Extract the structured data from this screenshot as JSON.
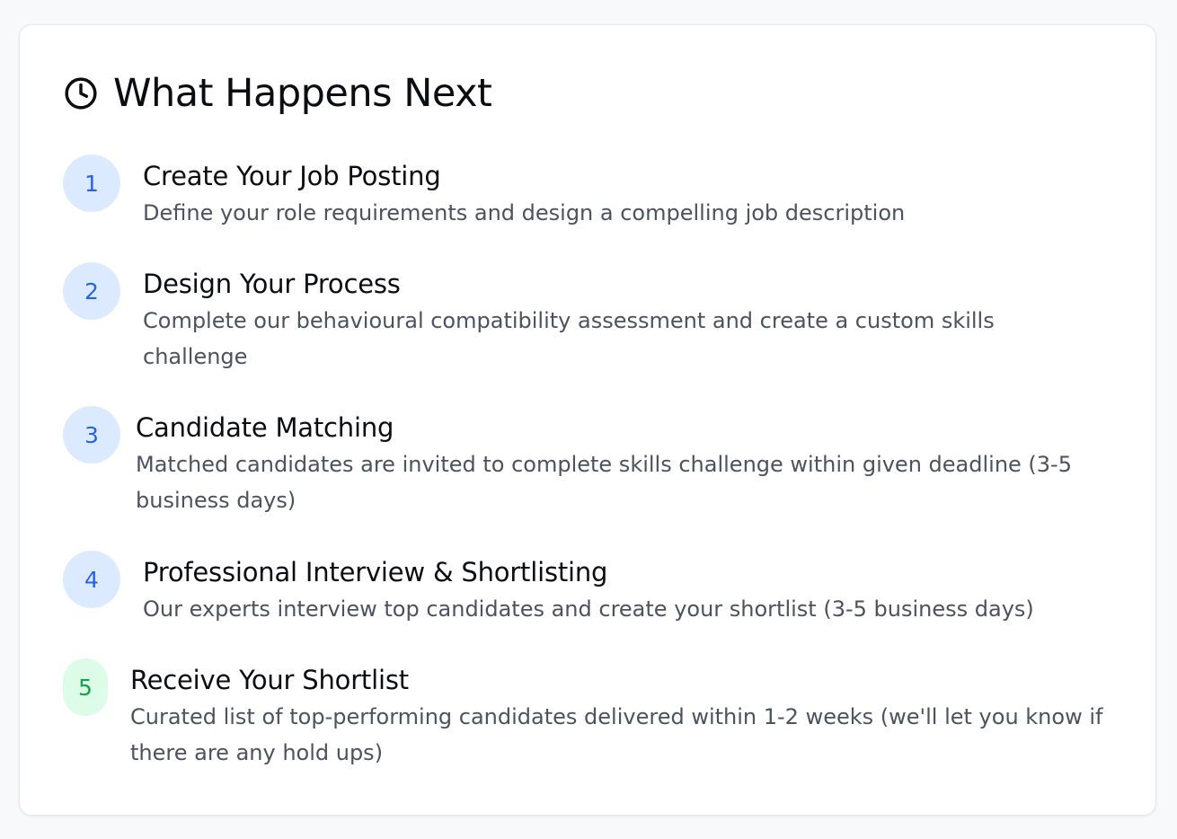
{
  "header": {
    "icon": "clock-icon",
    "title": "What Happens Next"
  },
  "steps": [
    {
      "number": "1",
      "title": "Create Your Job Posting",
      "description": "Define your role requirements and design a compelling job description",
      "badge_color": "#2563eb"
    },
    {
      "number": "2",
      "title": "Design Your Process",
      "description": "Complete our behavioural compatibility assessment and create a custom skills challenge",
      "badge_color": "#2563eb"
    },
    {
      "number": "3",
      "title": "Candidate Matching",
      "description": "Matched candidates are invited to complete skills challenge within given deadline (3-5 business days)",
      "badge_color": "#2563eb"
    },
    {
      "number": "4",
      "title": "Professional Interview & Shortlisting",
      "description": "Our experts interview top candidates and create your shortlist (3-5 business days)",
      "badge_color": "#2563eb"
    },
    {
      "number": "5",
      "title": "Receive Your Shortlist",
      "description": "Curated list of top-performing candidates delivered within 1-2 weeks (we'll let you know if there are any hold ups)",
      "badge_color": "#16a34a"
    }
  ]
}
